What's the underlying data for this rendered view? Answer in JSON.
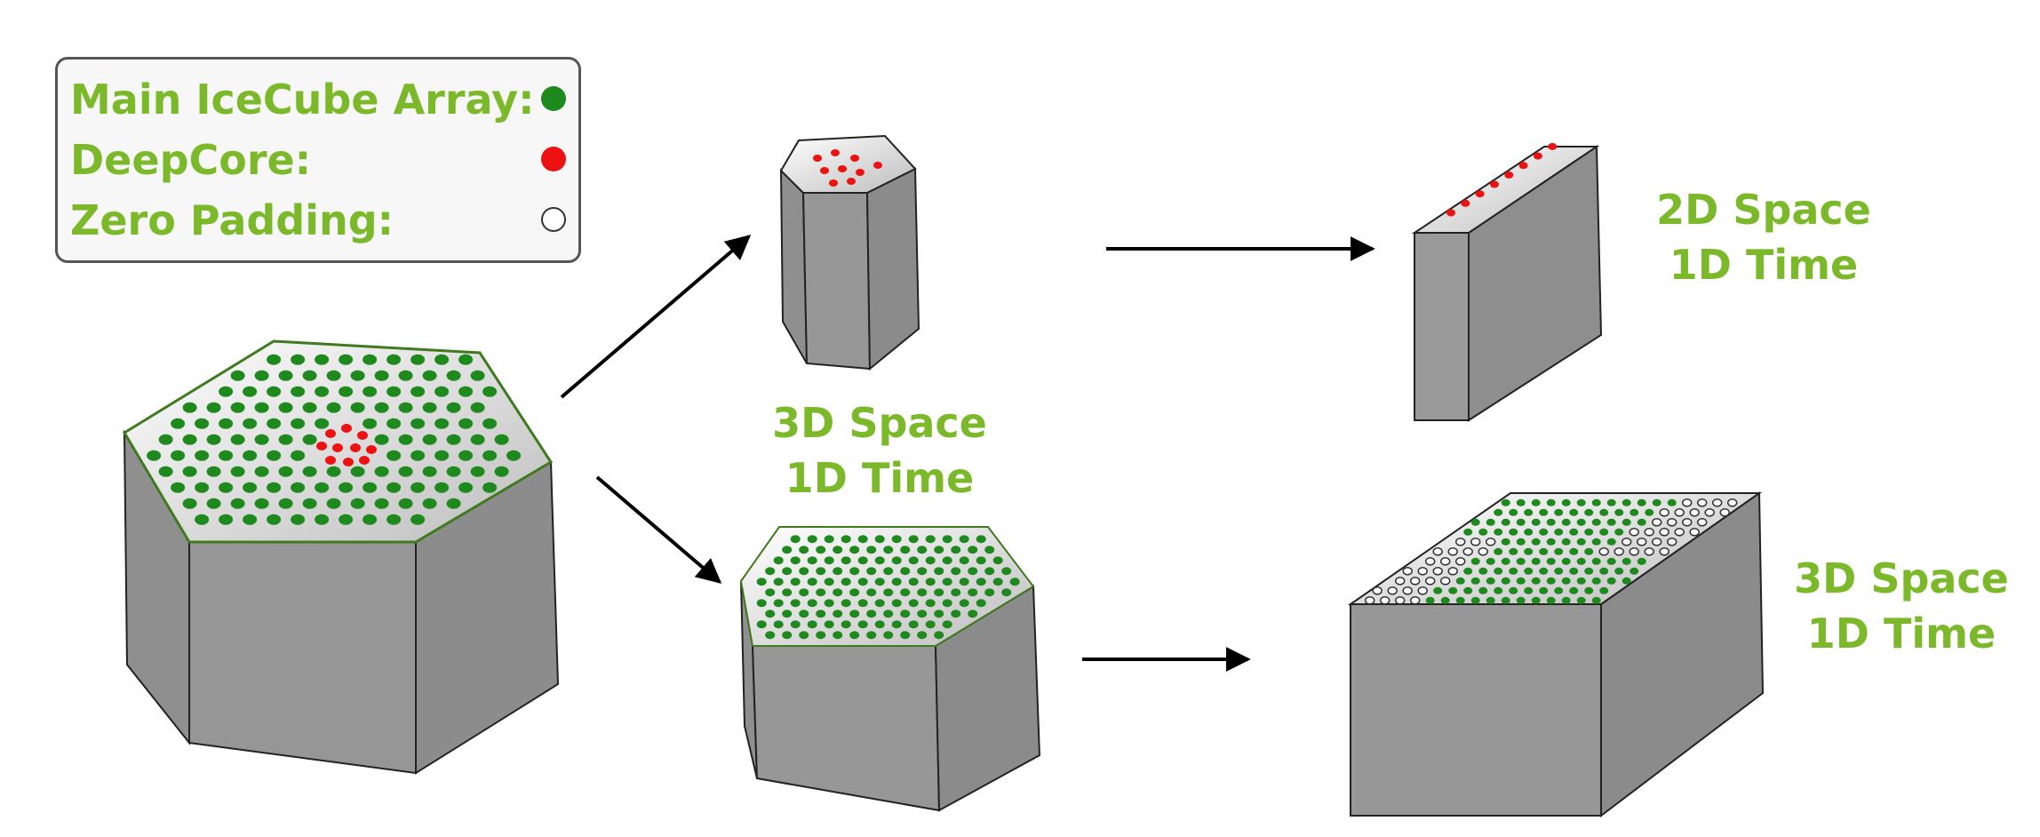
{
  "legend": {
    "items": [
      {
        "label": "Main IceCube Array:",
        "color": "#1e8a1e"
      },
      {
        "label": "DeepCore:",
        "color": "#ee1111"
      },
      {
        "label": "Zero Padding:",
        "color": "#ffffff"
      }
    ]
  },
  "captions": {
    "middle": {
      "line1": "3D Space",
      "line2": "1D Time"
    },
    "top_right": {
      "line1": "2D Space",
      "line2": "1D Time"
    },
    "bottom_right": {
      "line1": "3D Space",
      "line2": "1D Time"
    }
  },
  "colors": {
    "caption_green": "#7cb92a",
    "side_fill": "#8f8f8f",
    "top_fill": "#e8e8e8",
    "hex_edge": "#3f7a1e"
  }
}
